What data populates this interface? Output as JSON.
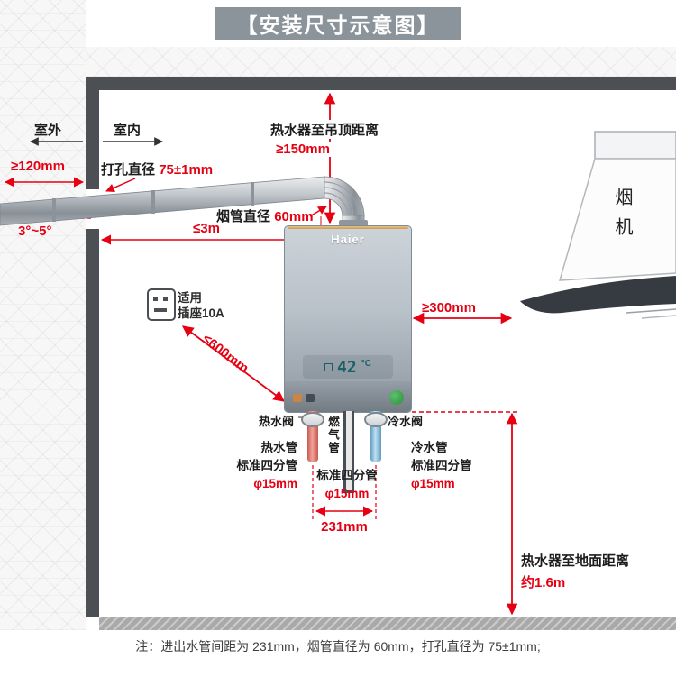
{
  "title": "【安装尺寸示意图】",
  "top": {
    "outdoor": "室外",
    "indoor": "室内",
    "min_outdoor_len": "≥120mm",
    "hole_label": "打孔直径",
    "hole_value": "75±1mm",
    "flue_dia_label": "烟管直径",
    "flue_dia_value": "60mm",
    "max_flue_run": "≤3m",
    "tilt_angle": "3°~5°",
    "ceiling_clearance_label": "热水器至吊顶距离",
    "ceiling_clearance_value": "≥150mm"
  },
  "socket": {
    "line1": "适用",
    "line2": "插座10A",
    "distance": "≤600mm"
  },
  "right": {
    "hood_clearance": "≥300mm",
    "hood_label": "烟机",
    "floor_clearance_label": "热水器至地面距离",
    "floor_clearance_value": "约1.6m"
  },
  "heater": {
    "brand": "Haier",
    "display_temp": "42",
    "display_unit": "°C"
  },
  "pipes": {
    "hot_valve": "热水阀",
    "cold_valve": "冷水阀",
    "gas_label": "燃气管",
    "hot": {
      "l1": "热水管",
      "l2": "标准四分管",
      "l3": "φ15mm"
    },
    "gas": {
      "l1": "标准四分管",
      "l2": "φ15mm"
    },
    "cold": {
      "l1": "冷水管",
      "l2": "标准四分管",
      "l3": "φ15mm"
    },
    "spacing": "231mm"
  },
  "note": "注：进出水管间距为 231mm，烟管直径为 60mm，打孔直径为 75±1mm;",
  "colors": {
    "accent": "#e60012",
    "wall": "#4c5054",
    "hot_pipe": "#e06a5e",
    "cold_pipe": "#8fc3e4",
    "gas_pipe": "#494e54",
    "hood_dark": "#363b41",
    "title_bg": "#8b939b"
  }
}
